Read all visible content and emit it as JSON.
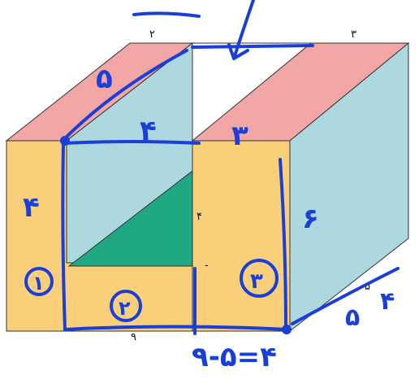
{
  "printed_labels": {
    "top_left": "۲",
    "top_right": "۳",
    "middle_side": "۴",
    "right_edge": "۵",
    "bottom_middle": "۹"
  },
  "handwriting": {
    "slant_top": "۵",
    "gap_width_top": "۴",
    "gap_width_right": "۳",
    "front_height_left": "۴",
    "right_height": "۶",
    "region_1": "۱",
    "region_2": "۲",
    "region_3": "۳",
    "depth": "۵",
    "depth_extra": "۴",
    "equation": "۹-۵=۴"
  },
  "colors": {
    "front_face": "#f9cf7a",
    "top_face": "#f2a6a6",
    "side_face": "#add8e0",
    "triangle": "#1fa882",
    "ink": "#1a3fd6"
  }
}
